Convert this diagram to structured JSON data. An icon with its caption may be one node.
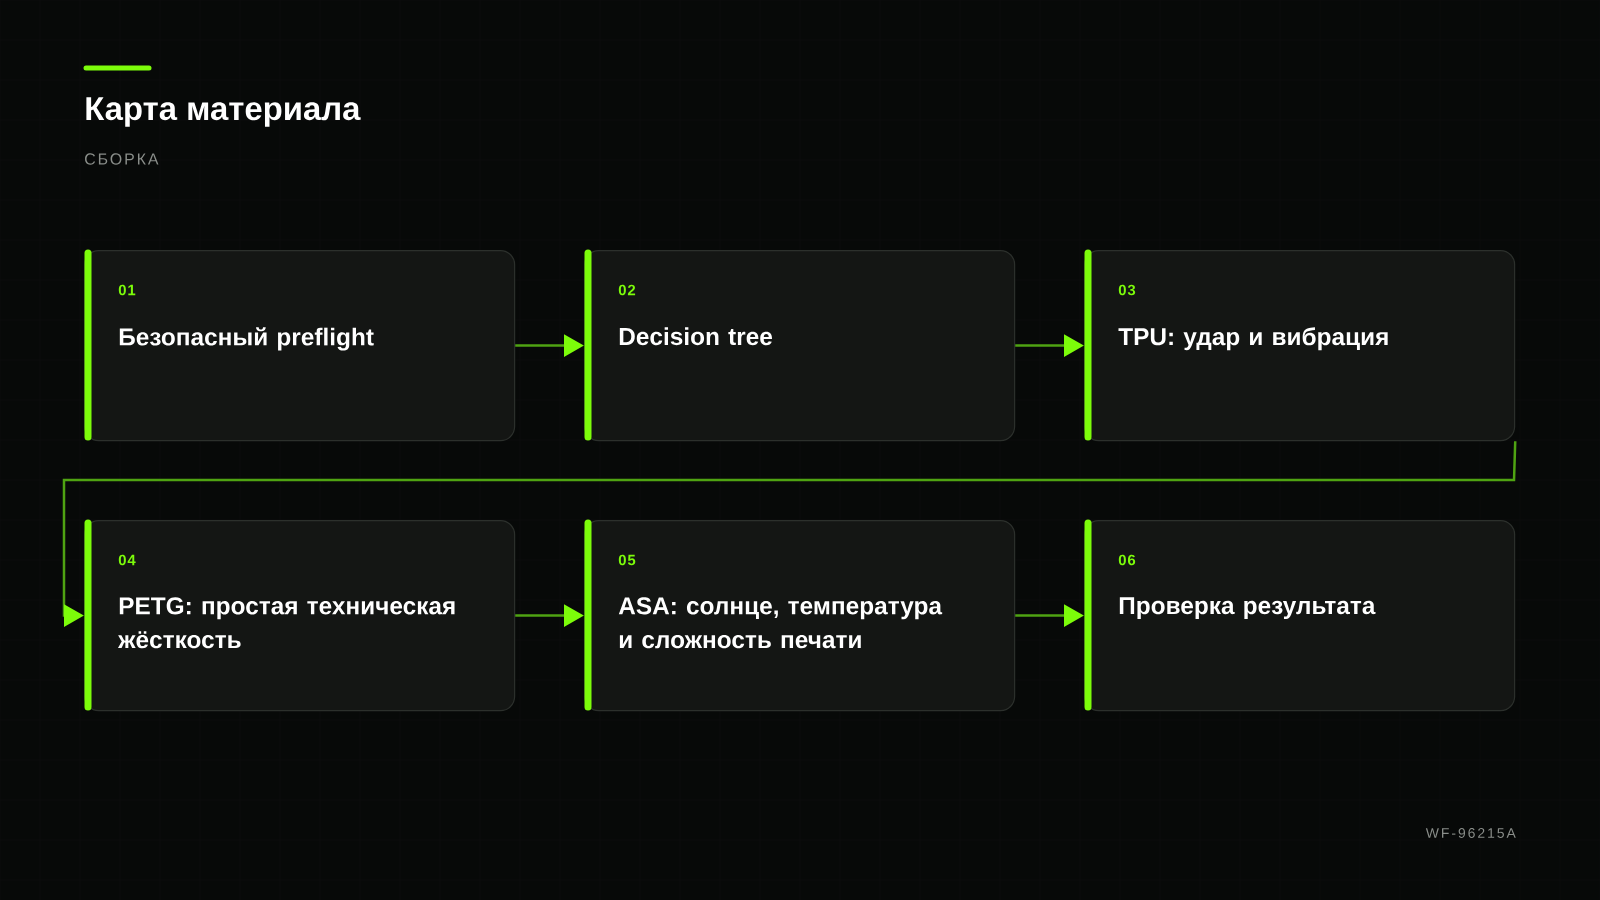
{
  "diagram": {
    "title": "Карта материала",
    "nodes": [
      {
        "text": [
          "01",
          "Безопасный preflight"
        ]
      },
      {
        "text": [
          "02",
          "Decision tree"
        ]
      },
      {
        "text": [
          "03",
          "TPU: удар и вибрация"
        ]
      },
      {
        "text": [
          "04",
          "PETG: простая техническая жёсткость"
        ]
      },
      {
        "text": [
          "05",
          "ASA: солнце, температура и сложность печати"
        ]
      },
      {
        "text": [
          "06",
          "Проверка результата"
        ]
      }
    ],
    "edges": [
      {
        "from": 0,
        "to": 1,
        "arrow": "to"
      },
      {
        "from": 1,
        "to": 2,
        "arrow": "to"
      },
      {
        "from": 2,
        "to": 3,
        "arrow": "to"
      },
      {
        "from": 3,
        "to": 4,
        "arrow": "to"
      },
      {
        "from": 4,
        "to": 5,
        "arrow": "to"
      }
    ],
    "labels": [
      "СБОРКА",
      "WF-96215A"
    ]
  }
}
